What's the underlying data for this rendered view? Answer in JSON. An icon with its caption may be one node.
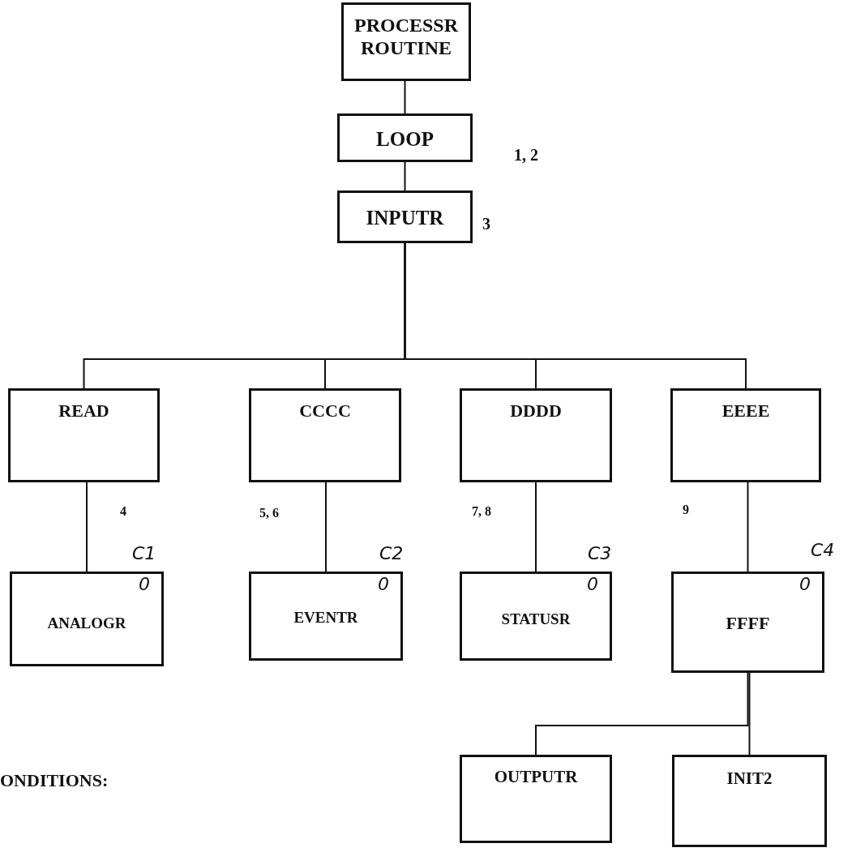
{
  "diagram": {
    "nodes": [
      {
        "text": [
          "PROCESSR ROUTINE"
        ]
      },
      {
        "text": [
          "LOOP"
        ]
      },
      {
        "text": [
          "INPUTR"
        ]
      },
      {
        "text": [
          "READ"
        ]
      },
      {
        "text": [
          "CCCC"
        ]
      },
      {
        "text": [
          "DDDD"
        ]
      },
      {
        "text": [
          "EEEE"
        ]
      },
      {
        "text": [
          "0",
          "ANALOGR"
        ],
        "beside": [
          "C1"
        ]
      },
      {
        "text": [
          "0",
          "EVENTR"
        ],
        "beside": [
          "C2"
        ]
      },
      {
        "text": [
          "0",
          "STATUSR"
        ],
        "beside": [
          "C3"
        ]
      },
      {
        "text": [
          "0",
          "FFFF"
        ],
        "beside": [
          "C4"
        ]
      },
      {
        "text": [
          "OUTPUTR"
        ]
      },
      {
        "text": [
          "INIT2"
        ]
      }
    ],
    "edges": [
      {
        "from": 0,
        "to": 1,
        "arrow": "none"
      },
      {
        "from": 1,
        "to": 2,
        "arrow": "none"
      },
      {
        "from": 2,
        "to": 3,
        "arrow": "none"
      },
      {
        "from": 2,
        "to": 4,
        "arrow": "none"
      },
      {
        "from": 2,
        "to": 5,
        "arrow": "none"
      },
      {
        "from": 2,
        "to": 6,
        "arrow": "none"
      },
      {
        "from": 3,
        "to": 7,
        "arrow": "none"
      },
      {
        "from": 4,
        "to": 8,
        "arrow": "none"
      },
      {
        "from": 5,
        "to": 9,
        "arrow": "none"
      },
      {
        "from": 6,
        "to": 10,
        "arrow": "none"
      },
      {
        "from": 10,
        "to": 11,
        "arrow": "none"
      },
      {
        "from": 10,
        "to": 12,
        "arrow": "none"
      }
    ],
    "labels": [
      "1, 2",
      "3",
      "4",
      "5, 6",
      "7, 8",
      "9",
      "ONDITIONS:"
    ]
  }
}
